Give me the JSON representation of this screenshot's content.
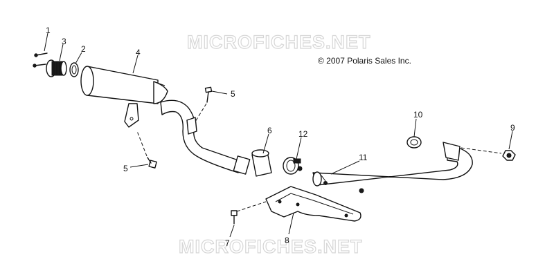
{
  "watermark": "MICROFICHES.NET",
  "copyright": "© 2007 Polaris Sales Inc.",
  "callouts": {
    "c1": "1",
    "c2": "2",
    "c3": "3",
    "c4": "4",
    "c5a": "5",
    "c5b": "5",
    "c6": "6",
    "c7": "7",
    "c8": "8",
    "c9": "9",
    "c10": "10",
    "c11": "11",
    "c12": "12"
  }
}
